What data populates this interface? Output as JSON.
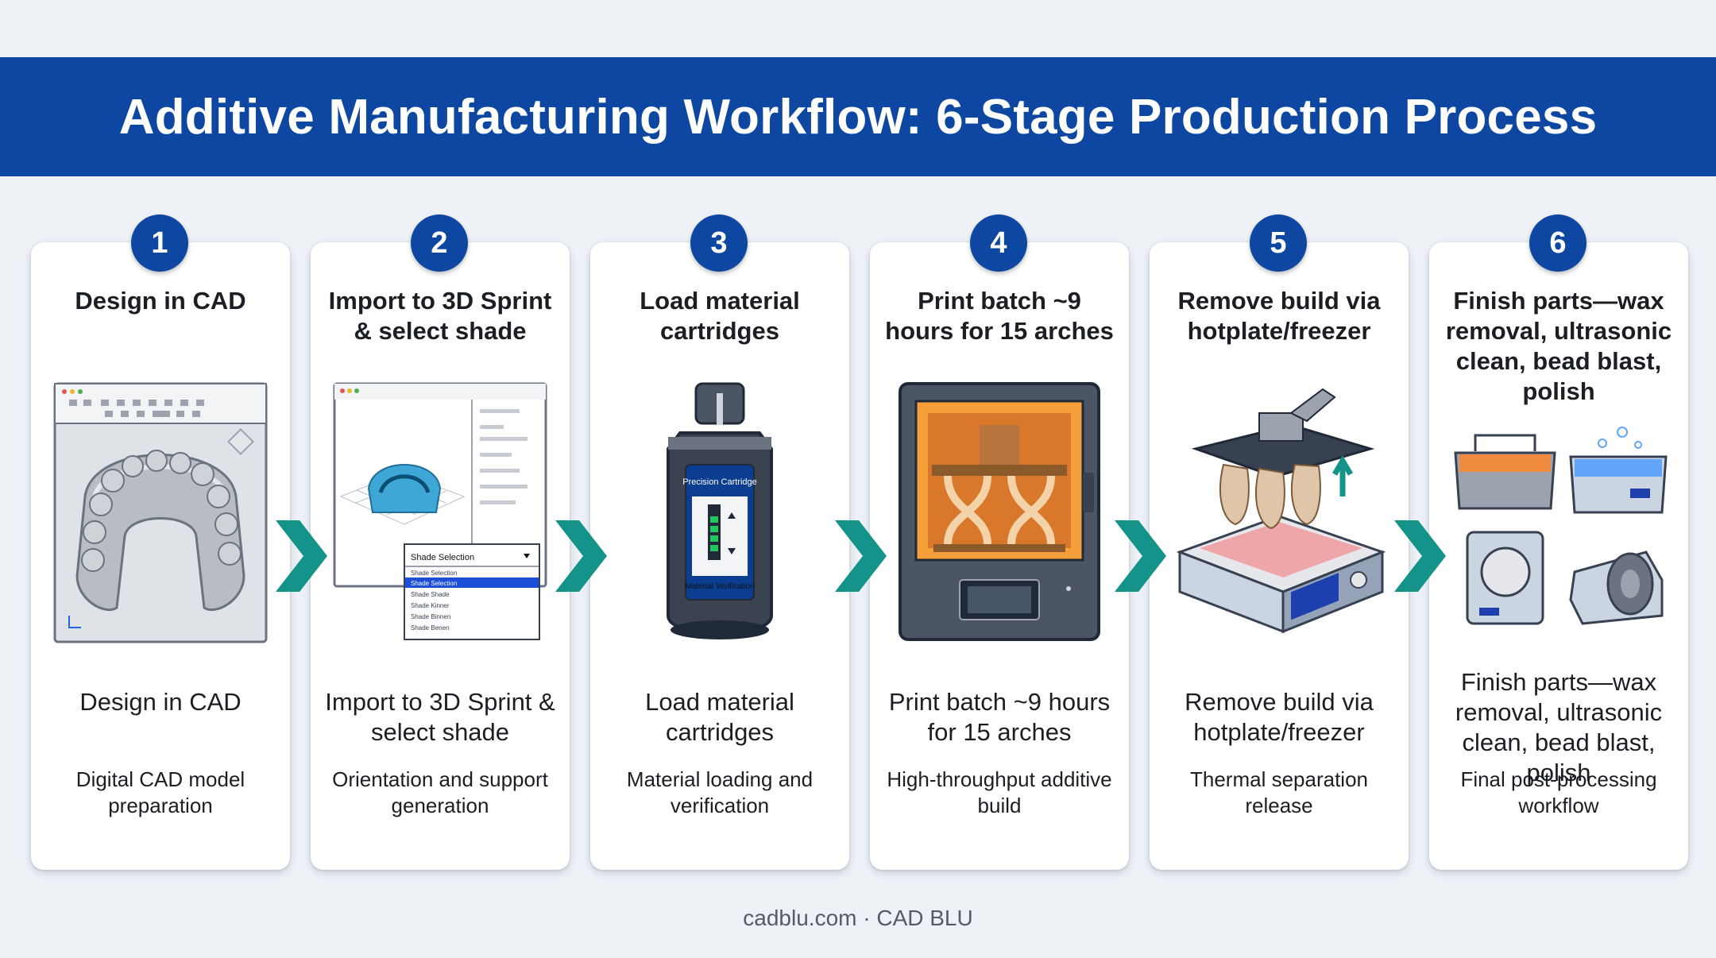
{
  "title": "Additive Manufacturing Workflow: 6-Stage Production Process",
  "stages": [
    {
      "number": "1",
      "title": "Design in CAD",
      "subtitle": "Design in CAD",
      "description": "Digital CAD model preparation",
      "illustration": "cad-dental-model-icon"
    },
    {
      "number": "2",
      "title": "Import to 3D Sprint & select shade",
      "subtitle": "Import to 3D Sprint & select shade",
      "description": "Orientation and support generation",
      "illustration": "software-shade-selection-icon",
      "ui": {
        "dropdown_label": "Shade Selection",
        "options": [
          "Shade Selection",
          "Shade Selection",
          "Shade Shade",
          "Shade Kinner",
          "Shade Binnen",
          "Shade Benen"
        ]
      }
    },
    {
      "number": "3",
      "title": "Load material cartridges",
      "subtitle": "Load material cartridges",
      "description": "Material loading and verification",
      "illustration": "material-cartridge-icon",
      "cartridge": {
        "label_top": "Precision Cartridge",
        "label_bottom": "Material Verification"
      }
    },
    {
      "number": "4",
      "title": "Print batch ~9 hours for 15 arches",
      "subtitle": "Print batch ~9 hours for 15 arches",
      "description": "High-throughput additive build",
      "illustration": "3d-printer-icon"
    },
    {
      "number": "5",
      "title": "Remove build via hotplate/freezer",
      "subtitle": "Remove build via hotplate/freezer",
      "description": "Thermal separation release",
      "illustration": "hotplate-build-removal-icon"
    },
    {
      "number": "6",
      "title": "Finish parts—wax removal, ultrasonic clean, bead blast, polish",
      "subtitle": "Finish parts—wax removal, ultrasonic clean, bead blast, polish",
      "description": "Final post-processing workflow",
      "illustration": "finishing-equipment-icon"
    }
  ],
  "footer": "cadblu.com · CAD BLU",
  "colors": {
    "banner": "#0d47a1",
    "badge": "#0d47a1",
    "arrow": "#14938a",
    "background": "#eef2f7"
  }
}
